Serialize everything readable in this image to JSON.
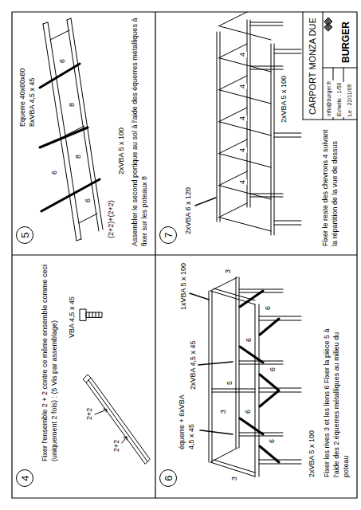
{
  "diagram": {
    "title": "CARPORT MONZA DUE",
    "nodes": [
      {
        "text": [
          "4"
        ]
      },
      {
        "text": [
          "5"
        ]
      },
      {
        "text": [
          "6"
        ]
      },
      {
        "text": [
          "7"
        ]
      }
    ],
    "labels": [
      "Fixer l'ensemble 2 + 2 contre ce même ensemble comme ceci (uniquement 2 fois) : (5 Vis par assemblage)",
      "VBA 4,5 x 45",
      "2+2",
      "2+2",
      "Equerre 40x60x60",
      "8xVBA 4,5 x 45",
      "(2+2)+(2+2)",
      "2xVBA 5 x 100",
      "6",
      "6",
      "8",
      "8",
      "6",
      "Assembler le second portique au sol à l'aide des équerres métalliques à fixer sur les poteaux 8",
      "équerre + 6xVBA 4,5 x 45",
      "2xVBA 4,5 x 45",
      "1xVBA 5 x 100",
      "2xVBA 5 x 100",
      "3",
      "6",
      "6",
      "5",
      "6",
      "6",
      "6",
      "3",
      "3",
      "Fixer les rives 3 et les liens 6 Fixer la pièce 5 à l'aide des 2 équerres métalliques au milieu du poteau",
      "2xVBA 6 x 120",
      "2xVBA 5 x 100",
      "4",
      "4",
      "4",
      "4",
      "4",
      "Fixer le reste des chevrons 4 suivant la répartition de la vue de dessus",
      "BURGER",
      "info@burger.fr",
      "Echelle : 1/50",
      "Le : 22/11/09"
    ]
  }
}
